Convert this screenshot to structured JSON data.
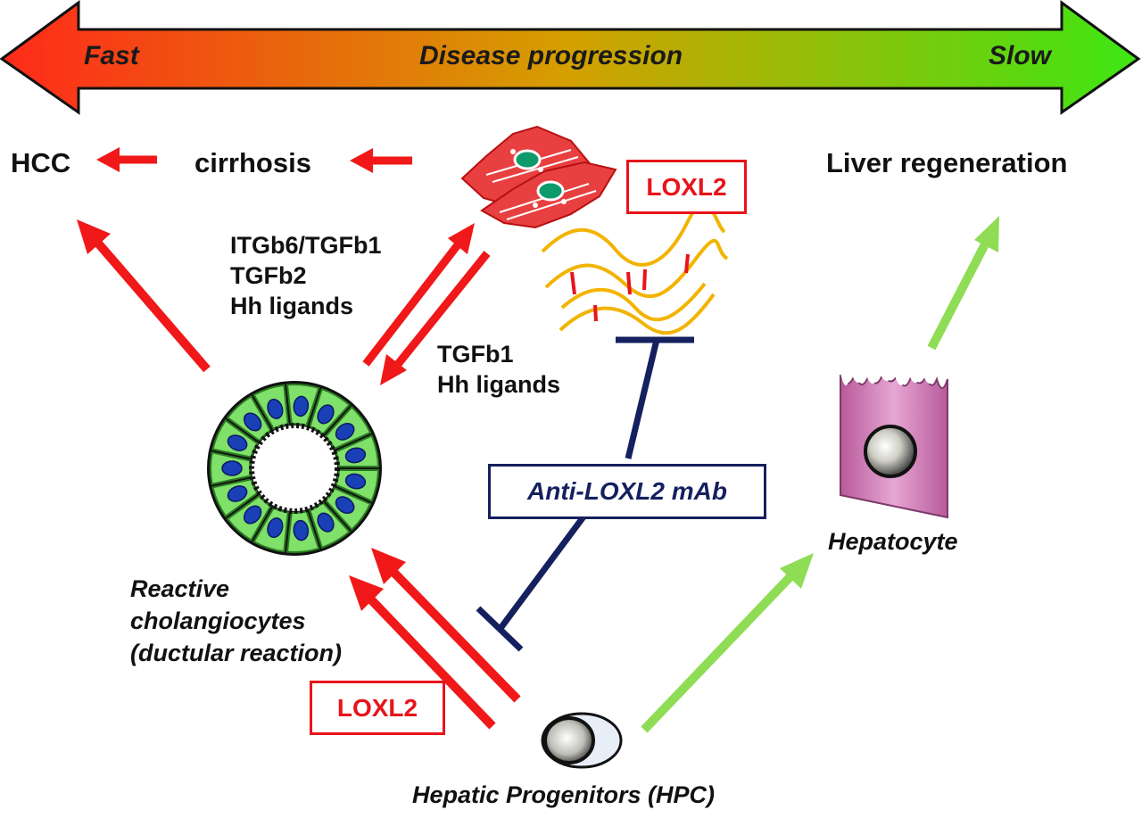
{
  "banner": {
    "left": "Fast",
    "center": "Disease progression",
    "right": "Slow",
    "gradient": [
      "#ff2a1a",
      "#d4a000",
      "#3ee614"
    ]
  },
  "outcomes": {
    "hcc": "HCC",
    "cirrhosis": "cirrhosis",
    "liver_regeneration": "Liver regeneration"
  },
  "signals": {
    "to_stellate": [
      "ITGb6/TGFb1",
      "TGFb2",
      "Hh ligands"
    ],
    "from_stellate": [
      "TGFb1",
      "Hh ligands"
    ]
  },
  "boxes": {
    "loxl2_top": "LOXL2",
    "loxl2_bottom": "LOXL2",
    "antibody": "Anti-LOXL2 mAb"
  },
  "cells": {
    "cholangiocytes": [
      "Reactive",
      "cholangiocytes",
      "(ductular reaction)"
    ],
    "hepatocyte": "Hepatocyte",
    "progenitors": "Hepatic Progenitors (HPC)"
  },
  "colors": {
    "red_arrow": "#f01818",
    "green_arrow": "#8fdc55",
    "inhibitor": "#15205e",
    "collagen": "#f2b400",
    "crosslink": "#e8141a"
  },
  "icons": {
    "stellate": "stellate-cell-icon",
    "collagen": "collagen-fibers-icon",
    "duct": "cholangiocyte-duct-icon",
    "hepatocyte": "hepatocyte-icon",
    "progenitor": "progenitor-cell-icon"
  }
}
